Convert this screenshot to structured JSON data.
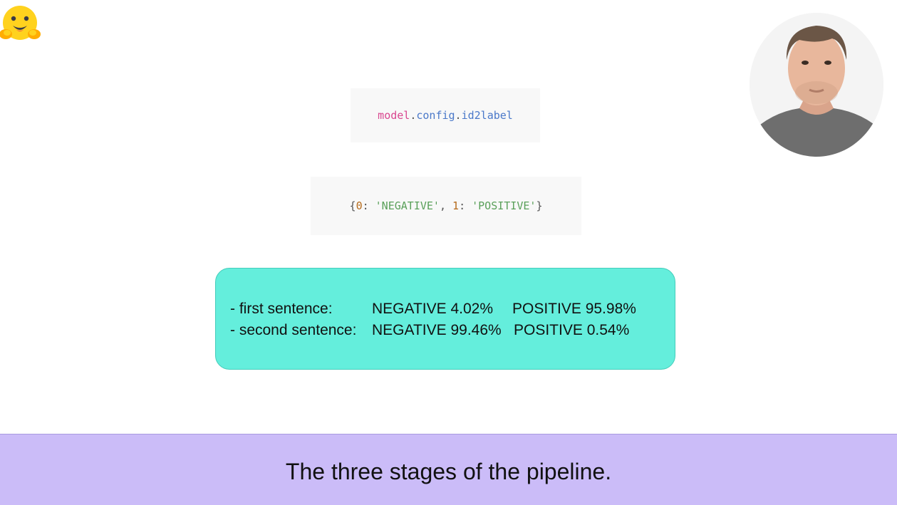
{
  "logo": {
    "icon": "hugging-face-emoji"
  },
  "webcam": {
    "icon": "presenter-webcam"
  },
  "code_snippet_1": {
    "var": "model",
    "dot1": ".",
    "attr1": "config",
    "dot2": ".",
    "attr2": "id2label"
  },
  "code_snippet_2": {
    "open": "{",
    "key0": "0",
    "colon0": ": ",
    "val0": "'NEGATIVE'",
    "comma": ", ",
    "key1": "1",
    "colon1": ": ",
    "val1": "'POSITIVE'",
    "close": "}"
  },
  "results": [
    {
      "label": "- first sentence:",
      "negative": "NEGATIVE 4.02%",
      "positive": "POSITIVE 95.98%"
    },
    {
      "label": "- second sentence:",
      "negative": "NEGATIVE 99.46%",
      "positive": "POSITIVE 0.54%"
    }
  ],
  "subtitle": "The three stages of the pipeline.",
  "colors": {
    "result_box": "#64eedc",
    "subtitle_bar": "#cbbcf8"
  }
}
